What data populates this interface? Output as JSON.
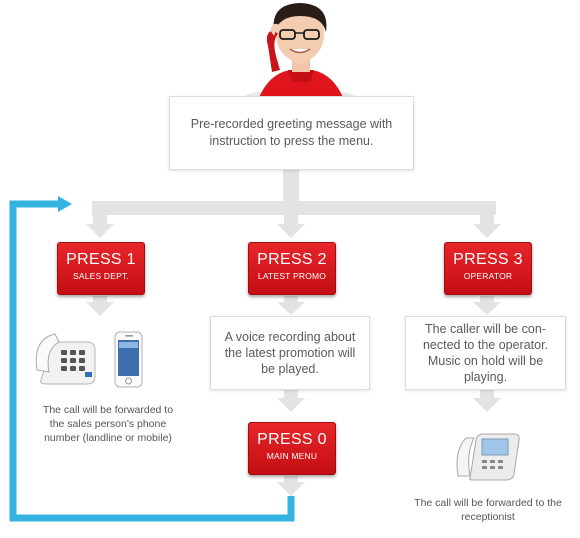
{
  "greeting": "Pre-recorded greeting message with instruction to press the menu.",
  "options": [
    {
      "key": "PRESS 1",
      "sub": "SALES DEPT."
    },
    {
      "key": "PRESS 2",
      "sub": "LATEST PROMO"
    },
    {
      "key": "PRESS 3",
      "sub": "OPERATOR"
    }
  ],
  "promo_text": "A voice recording about the latest promotion will be played.",
  "operator_text": "The caller will be con-nected to the operator. Music on hold will be playing.",
  "main_menu": {
    "key": "PRESS 0",
    "sub": "MAIN MENU"
  },
  "sales_caption": "The call will be forwarded to the sales person's phone number (landline  or mobile)",
  "operator_caption": "The call will be forwarded to the receptionist",
  "colors": {
    "press_red": "#d51a1f",
    "loop_blue": "#35b3e0",
    "arrow_gray": "#e3e3e3"
  }
}
